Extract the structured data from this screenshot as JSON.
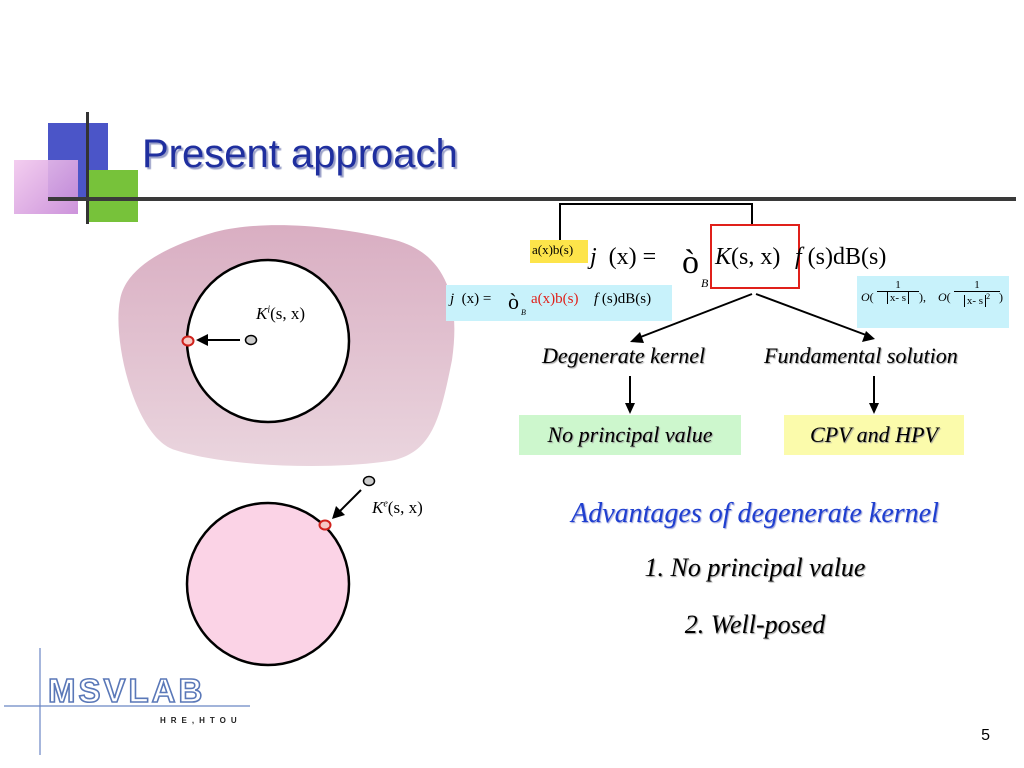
{
  "slide": {
    "title": "Present approach",
    "page_number": "5"
  },
  "colors": {
    "title": "#1f2f9f",
    "blob": "#e4c3d2",
    "exterior_disc": "#fbd3e6",
    "box_cyan": "#c8f2fb",
    "box_yellow": "#fde44a",
    "box_green": "#cdf7cd",
    "box_lightyellow": "#fbfbab",
    "highlight_red": "#e0201a",
    "advantages_blue": "#1f3fd0"
  },
  "formula": {
    "main": {
      "prefix": "a(x)b(s)",
      "phi": "j",
      "arg_x": "(x)",
      "eq": "=",
      "integral": "ò",
      "sub_b": "B",
      "kernel": "K(s, x)",
      "f": "f",
      "tail": "(s)dB(s)"
    },
    "degenerate": {
      "phi": "j",
      "arg_x": "(x)",
      "eq": "=",
      "integral": "ò",
      "sub_b": "B",
      "a_part": "a(x)b(s)",
      "f": "f",
      "tail": "(s)dB(s)"
    },
    "fundamental": {
      "o1": "O(",
      "frac_num": "1",
      "frac_den": "x- s",
      "close_comma": "),",
      "o2": "O(",
      "frac_den2": "x- s",
      "exp": "2",
      "close": ")"
    }
  },
  "diagram": {
    "interior_kernel": {
      "K": "K",
      "sup": "i",
      "args": "(s, x)"
    },
    "exterior_kernel": {
      "K": "K",
      "sup": "e",
      "args": "(s, x)"
    }
  },
  "tree": {
    "left_branch": "Degenerate kernel",
    "right_branch": "Fundamental solution",
    "left_result": "No principal value",
    "right_result": "CPV and HPV"
  },
  "advantages": {
    "title": "Advantages of degenerate kernel",
    "items": [
      "1.  No principal value",
      "2.  Well-posed"
    ]
  },
  "logo": {
    "name": "MSVLAB",
    "subtitle": "HRE,HTOU"
  }
}
